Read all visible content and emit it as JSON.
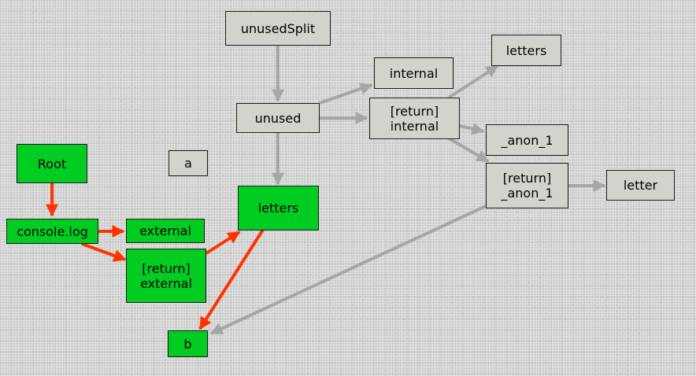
{
  "nodes": {
    "unusedSplit": "unusedSplit",
    "letters_top": "letters",
    "internal": "internal",
    "return_internal": "[return]\ninternal",
    "unused": "unused",
    "anon_1": "_anon_1",
    "return_anon_1": "[return]\n_anon_1",
    "letter": "letter",
    "root": "Root",
    "a": "a",
    "letters_mid": "letters",
    "console_log": "console.log",
    "external": "external",
    "return_external": "[return]\nexternal",
    "b": "b"
  },
  "colors": {
    "gray_node": "#d3d3ce",
    "green_node": "#00cc22",
    "gray_edge": "#a6a6a6",
    "red_edge": "#ff3300"
  }
}
